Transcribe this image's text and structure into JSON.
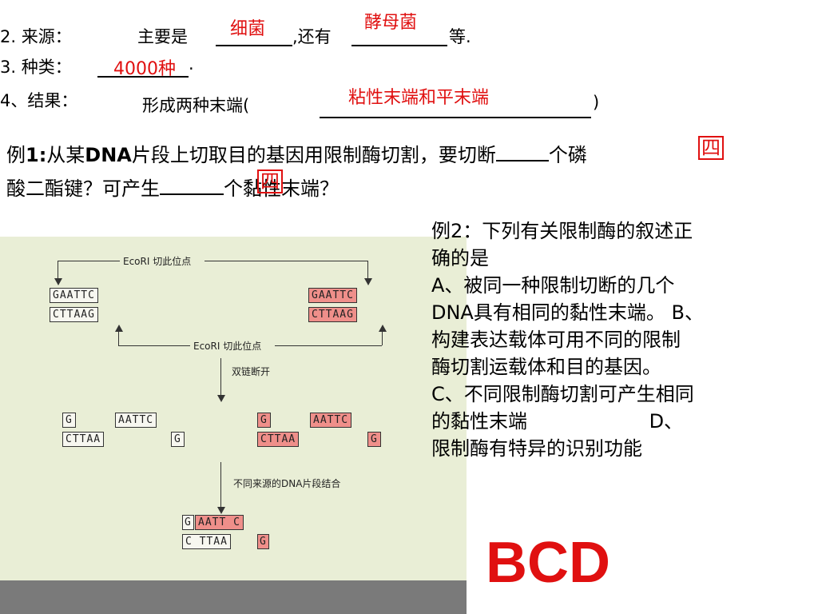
{
  "line_source": {
    "label": "2. 来源：",
    "lead": "主要是",
    "answer1": "细菌",
    "mid": ",还有",
    "answer2": "酵母菌",
    "tail": "等."
  },
  "line_types": {
    "label": "3. 种类：",
    "answer": "4000种",
    "tail": "."
  },
  "line_result": {
    "label": "4、结果：",
    "lead": "形成两种末端(",
    "answer": "粘性末端和平末端",
    "tail": ")"
  },
  "example1": {
    "line1_prefix": "例",
    "line1_num": "1:",
    "line1_a": "从某",
    "line1_dna": "DNA",
    "line1_b": "片段上切取目的基因用限制酶切割，要切断",
    "line1_c": "个磷",
    "line2_a": "酸二酯键？可产生",
    "line2_b": "个黏性末端？",
    "answer1": "四",
    "answer2": "四"
  },
  "example2": {
    "lines": [
      "例2：下列有关限制酶的叙述正",
      "确的是",
      "A、被同一种限制切断的几个",
      "DNA具有相同的黏性末端。 B、",
      "构建表达载体可用不同的限制",
      "酶切割运载体和目的基因。",
      "C、不同限制酶切割可产生相同",
      "的黏性末端                    D、",
      "限制酶有特异的识别功能"
    ]
  },
  "answer_bcd": "BCD",
  "figure": {
    "ecori_top": "EcoRI 切此位点",
    "ecori_bottom": "EcoRI 切此位点",
    "step1": "双链断开",
    "step2": "不同来源的DNA片段结合",
    "left_top": "GAATTC",
    "left_bottom": "CTTAAG",
    "right_top": "GAATTC",
    "right_bottom": "CTTAAG",
    "cut_l_g": "G",
    "cut_l_aattc": "AATTC",
    "cut_l_cttaa": "CTTAA",
    "cut_l_g2": "G",
    "cut_r_g": "G",
    "cut_r_aattc": "AATTC",
    "cut_r_cttaa": "CTTAA",
    "cut_r_g2": "G",
    "joined_g": "G",
    "joined_aattc": "AATT C",
    "joined_cttaa": "C TTAA",
    "joined_g2": "G"
  },
  "colors": {
    "red": "#e01010",
    "figure_bg": "#e9eed6",
    "pink": "#ef8f8a"
  }
}
